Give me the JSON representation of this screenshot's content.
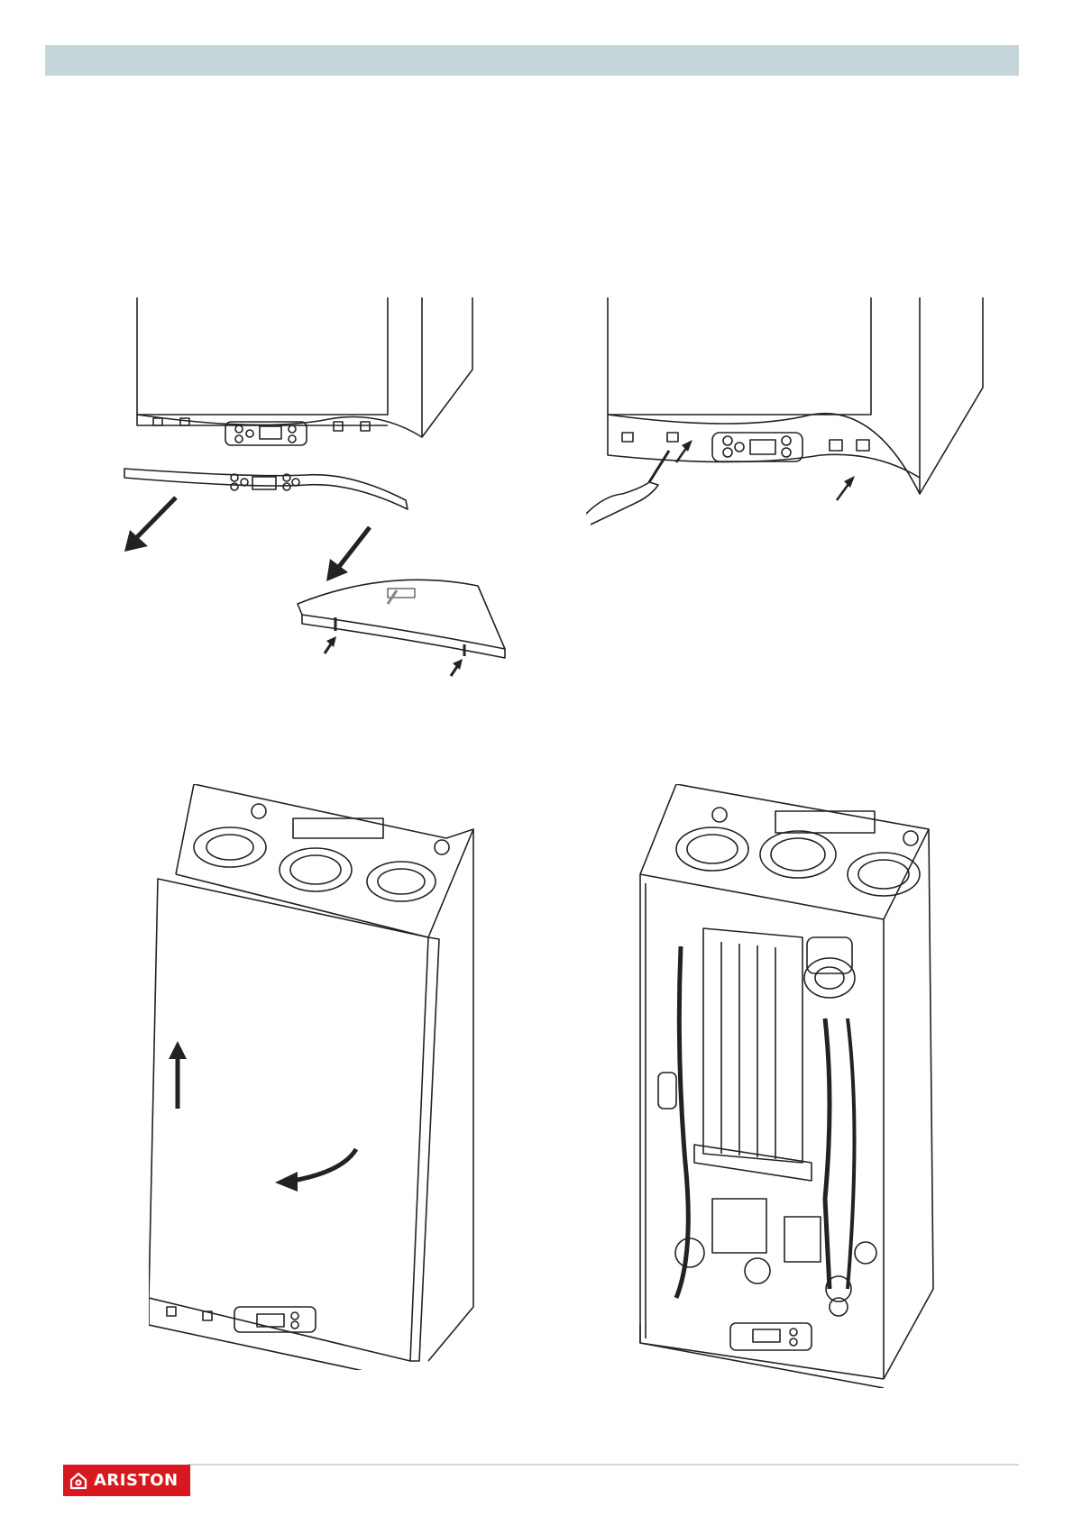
{
  "brand": {
    "name": "ARISTON",
    "color": "#d9171e"
  },
  "header": {
    "color": "#c5d6db"
  },
  "figures": [
    {
      "id": "fig-1",
      "subject": "boiler-front-grille-removal"
    },
    {
      "id": "fig-2",
      "subject": "boiler-screw-release"
    },
    {
      "id": "fig-3",
      "subject": "boiler-front-panel-removal"
    },
    {
      "id": "fig-4",
      "subject": "boiler-internal-components"
    }
  ]
}
